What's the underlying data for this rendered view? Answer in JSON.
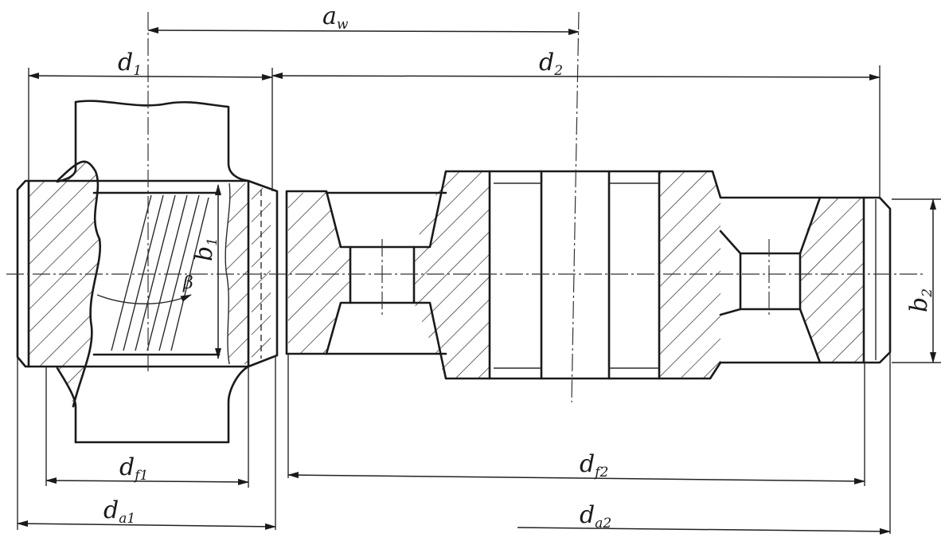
{
  "labels": {
    "aw": {
      "main": "a",
      "sub": "w"
    },
    "d1": {
      "main": "d",
      "sub": "1"
    },
    "d2": {
      "main": "d",
      "sub": "2"
    },
    "df1": {
      "main": "d",
      "sub": "f1"
    },
    "df2": {
      "main": "d",
      "sub": "f2"
    },
    "da1": {
      "main": "d",
      "sub": "a1"
    },
    "da2": {
      "main": "d",
      "sub": "a2"
    },
    "b1": {
      "main": "b",
      "sub": "1"
    },
    "b2": {
      "main": "b",
      "sub": "2"
    },
    "beta": "β"
  },
  "colors": {
    "ink": "#1a1a1a",
    "paper": "#ffffff"
  }
}
